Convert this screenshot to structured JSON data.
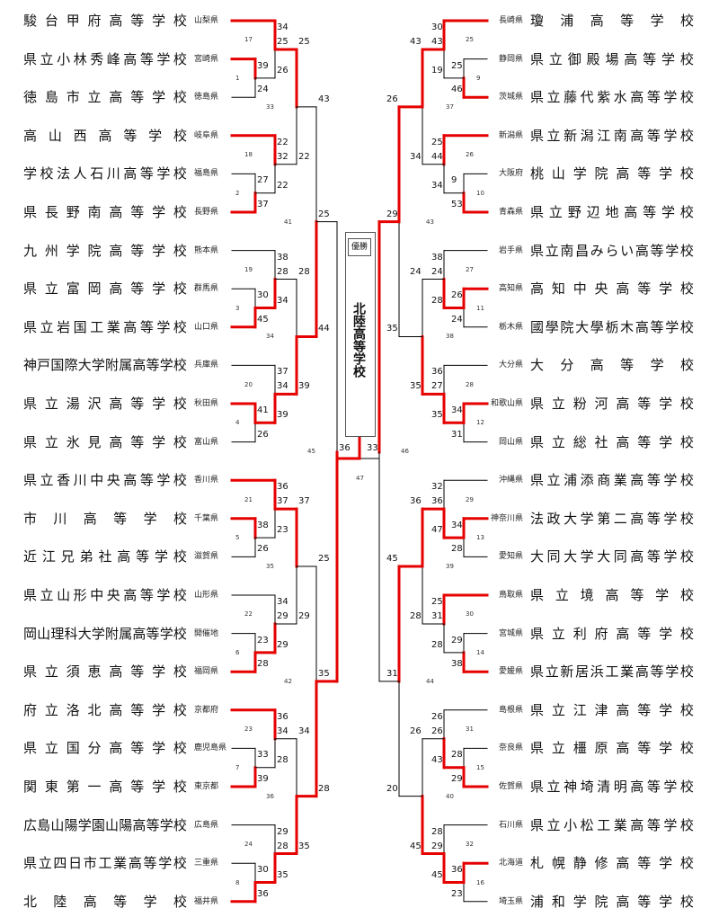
{
  "champion": {
    "label": "優勝",
    "name": "北陸高等学校"
  },
  "left_teams": [
    {
      "name": "駿台甲府高等学校",
      "pref": "山梨県"
    },
    {
      "name": "県立小林秀峰高等学校",
      "pref": "宮崎県"
    },
    {
      "name": "徳島市立高等学校",
      "pref": "徳島県"
    },
    {
      "name": "高山西高等学校",
      "pref": "岐阜県"
    },
    {
      "name": "学校法人石川高等学校",
      "pref": "福島県"
    },
    {
      "name": "県長野南高等学校",
      "pref": "長野県"
    },
    {
      "name": "九州学院高等学校",
      "pref": "熊本県"
    },
    {
      "name": "県立富岡高等学校",
      "pref": "群馬県"
    },
    {
      "name": "県立岩国工業高等学校",
      "pref": "山口県"
    },
    {
      "name": "神戸国際大学附属高等学校",
      "pref": "兵庫県"
    },
    {
      "name": "県立湯沢高等学校",
      "pref": "秋田県"
    },
    {
      "name": "県立氷見高等学校",
      "pref": "富山県"
    },
    {
      "name": "県立香川中央高等学校",
      "pref": "香川県"
    },
    {
      "name": "市川高等学校",
      "pref": "千葉県"
    },
    {
      "name": "近江兄弟社高等学校",
      "pref": "滋賀県"
    },
    {
      "name": "県立山形中央高等学校",
      "pref": "山形県"
    },
    {
      "name": "岡山理科大学附属高等学校",
      "pref": "開催地"
    },
    {
      "name": "県立須恵高等学校",
      "pref": "福岡県"
    },
    {
      "name": "府立洛北高等学校",
      "pref": "京都府"
    },
    {
      "name": "県立国分高等学校",
      "pref": "鹿児島県"
    },
    {
      "name": "関東第一高等学校",
      "pref": "東京都"
    },
    {
      "name": "広島山陽学園山陽高等学校",
      "pref": "広島県"
    },
    {
      "name": "県立四日市工業高等学校",
      "pref": "三重県"
    },
    {
      "name": "北陸高等学校",
      "pref": "福井県"
    }
  ],
  "right_teams": [
    {
      "name": "瓊浦高等学校",
      "pref": "長崎県"
    },
    {
      "name": "県立御殿場高等学校",
      "pref": "静岡県"
    },
    {
      "name": "県立藤代紫水高等学校",
      "pref": "茨城県"
    },
    {
      "name": "県立新潟江南高等学校",
      "pref": "新潟県"
    },
    {
      "name": "桃山学院高等学校",
      "pref": "大阪府"
    },
    {
      "name": "県立野辺地高等学校",
      "pref": "青森県"
    },
    {
      "name": "県立南昌みらい高等学校",
      "pref": "岩手県"
    },
    {
      "name": "高知中央高等学校",
      "pref": "高知県"
    },
    {
      "name": "國學院大學栃木高等学校",
      "pref": "栃木県"
    },
    {
      "name": "大分高等学校",
      "pref": "大分県"
    },
    {
      "name": "県立粉河高等学校",
      "pref": "和歌山県"
    },
    {
      "name": "県立総社高等学校",
      "pref": "岡山県"
    },
    {
      "name": "県立浦添商業高等学校",
      "pref": "沖縄県"
    },
    {
      "name": "法政大学第二高等学校",
      "pref": "神奈川県"
    },
    {
      "name": "大同大学大同高等学校",
      "pref": "愛知県"
    },
    {
      "name": "県立境高等学校",
      "pref": "鳥取県"
    },
    {
      "name": "県立利府高等学校",
      "pref": "宮城県"
    },
    {
      "name": "県立新居浜工業高等学校",
      "pref": "愛媛県"
    },
    {
      "name": "県立江津高等学校",
      "pref": "島根県"
    },
    {
      "name": "県立橿原高等学校",
      "pref": "奈良県"
    },
    {
      "name": "県立神埼清明高等学校",
      "pref": "佐賀県"
    },
    {
      "name": "県立小松工業高等学校",
      "pref": "石川県"
    },
    {
      "name": "札幌静修高等学校",
      "pref": "北海道"
    },
    {
      "name": "浦和学院高等学校",
      "pref": "埼玉県"
    }
  ],
  "left_groups": [
    {
      "first": {
        "seed": "34"
      },
      "r1": {
        "game": "1",
        "top": "39",
        "bot": "24"
      },
      "r2": {
        "game": "17",
        "top": "25",
        "bot": "26"
      }
    },
    {
      "first": {
        "seed": "22"
      },
      "r1": {
        "game": "2",
        "top": "27",
        "bot": "37"
      },
      "r2": {
        "game": "18",
        "top": "32",
        "bot": "22"
      }
    },
    {
      "first": {
        "seed": "38"
      },
      "r1": {
        "game": "3",
        "top": "30",
        "bot": "45"
      },
      "r2": {
        "game": "19",
        "top": "28",
        "bot": "34"
      }
    },
    {
      "first": {
        "seed": "37"
      },
      "r1": {
        "game": "4",
        "top": "41",
        "bot": "26"
      },
      "r2": {
        "game": "20",
        "top": "34",
        "bot": "39"
      }
    },
    {
      "first": {
        "seed": "36"
      },
      "r1": {
        "game": "5",
        "top": "38",
        "bot": "26"
      },
      "r2": {
        "game": "21",
        "top": "37",
        "bot": "23"
      }
    },
    {
      "first": {
        "seed": "34"
      },
      "r1": {
        "game": "6",
        "top": "23",
        "bot": "28"
      },
      "r2": {
        "game": "22",
        "top": "29",
        "bot": "29"
      }
    },
    {
      "first": {
        "seed": "36"
      },
      "r1": {
        "game": "7",
        "top": "33",
        "bot": "39"
      },
      "r2": {
        "game": "23",
        "top": "34",
        "bot": "28"
      }
    },
    {
      "first": {
        "seed": "29"
      },
      "r1": {
        "game": "8",
        "top": "30",
        "bot": "36"
      },
      "r2": {
        "game": "24",
        "top": "28",
        "bot": "35"
      }
    }
  ],
  "right_groups": [
    {
      "first": {
        "seed": "30"
      },
      "r1": {
        "game": "9",
        "top": "25",
        "bot": "46"
      },
      "r2": {
        "game": "25",
        "top": "43",
        "bot": "19"
      }
    },
    {
      "first": {
        "seed": "25"
      },
      "r1": {
        "game": "10",
        "top": "9",
        "bot": "53"
      },
      "r2": {
        "game": "26",
        "top": "44",
        "bot": "34"
      }
    },
    {
      "first": {
        "seed": "38"
      },
      "r1": {
        "game": "11",
        "top": "26",
        "bot": "24"
      },
      "r2": {
        "game": "27",
        "top": "24",
        "bot": "28"
      }
    },
    {
      "first": {
        "seed": "36"
      },
      "r1": {
        "game": "12",
        "top": "34",
        "bot": "31"
      },
      "r2": {
        "game": "28",
        "top": "27",
        "bot": "35"
      }
    },
    {
      "first": {
        "seed": "32"
      },
      "r1": {
        "game": "13",
        "top": "34",
        "bot": "28"
      },
      "r2": {
        "game": "29",
        "top": "36",
        "bot": "47"
      }
    },
    {
      "first": {
        "seed": "25"
      },
      "r1": {
        "game": "14",
        "top": "29",
        "bot": "38"
      },
      "r2": {
        "game": "30",
        "top": "31",
        "bot": "28"
      }
    },
    {
      "first": {
        "seed": "26"
      },
      "r1": {
        "game": "15",
        "top": "28",
        "bot": "29"
      },
      "r2": {
        "game": "31",
        "top": "26",
        "bot": "43"
      }
    },
    {
      "first": {
        "seed": "28"
      },
      "r1": {
        "game": "16",
        "top": "36",
        "bot": "23"
      },
      "r2": {
        "game": "32",
        "top": "29",
        "bot": "45"
      }
    }
  ],
  "left_r3": [
    {
      "game": "33",
      "top": "25",
      "bot": "22",
      "out": "43"
    },
    {
      "game": "34",
      "top": "28",
      "bot": "39",
      "out": "44"
    },
    {
      "game": "35",
      "top": "37",
      "bot": "29",
      "out": "25"
    },
    {
      "game": "36",
      "top": "34",
      "bot": "35",
      "out": "28"
    }
  ],
  "right_r3": [
    {
      "game": "37",
      "top": "43",
      "bot": "34",
      "out": "26"
    },
    {
      "game": "38",
      "top": "24",
      "bot": "35",
      "out": "35"
    },
    {
      "game": "39",
      "top": "36",
      "bot": "28",
      "out": "45"
    },
    {
      "game": "40",
      "top": "26",
      "bot": "45",
      "out": "20"
    }
  ],
  "left_r4": [
    {
      "game": "41",
      "top": "43",
      "bot": "44",
      "out": "25"
    },
    {
      "game": "42",
      "top": "25",
      "bot": "28",
      "out": "35"
    }
  ],
  "right_r4": [
    {
      "game": "43",
      "top": "26",
      "bot": "35",
      "out": "29"
    },
    {
      "game": "44",
      "top": "45",
      "bot": "20",
      "out": "31"
    }
  ],
  "semis": [
    {
      "game": "45",
      "top": "25",
      "bot": "35",
      "out": "36"
    },
    {
      "game": "46",
      "top": "29",
      "bot": "31",
      "out": "33"
    }
  ],
  "final": {
    "game": "47"
  },
  "colors": {
    "winner_line": "#e60000",
    "loser_line": "#000000",
    "text": "#111111"
  },
  "winners": {
    "left_groups": [
      {
        "r1": "top",
        "r2": "top"
      },
      {
        "r1": "bot",
        "r2": "top"
      },
      {
        "r1": "bot",
        "r2": "bot"
      },
      {
        "r1": "top",
        "r2": "bot"
      },
      {
        "r1": "top",
        "r2": "top"
      },
      {
        "r1": "bot",
        "r2": "bot"
      },
      {
        "r1": "bot",
        "r2": "top"
      },
      {
        "r1": "bot",
        "r2": "bot"
      }
    ],
    "right_groups": [
      {
        "r1": "bot",
        "r2": "top"
      },
      {
        "r1": "bot",
        "r2": "top"
      },
      {
        "r1": "top",
        "r2": "bot"
      },
      {
        "r1": "top",
        "r2": "bot"
      },
      {
        "r1": "top",
        "r2": "bot"
      },
      {
        "r1": "bot",
        "r2": "top"
      },
      {
        "r1": "bot",
        "r2": "bot"
      },
      {
        "r1": "top",
        "r2": "bot"
      }
    ],
    "left_r3": [
      "top",
      "bot",
      "top",
      "bot"
    ],
    "right_r3": [
      "top",
      "bot",
      "top",
      "bot"
    ],
    "left_r4": [
      "bot",
      "bot"
    ],
    "right_r4": [
      "top",
      "top"
    ],
    "semis": [
      "bot",
      "top"
    ],
    "final": "left"
  }
}
